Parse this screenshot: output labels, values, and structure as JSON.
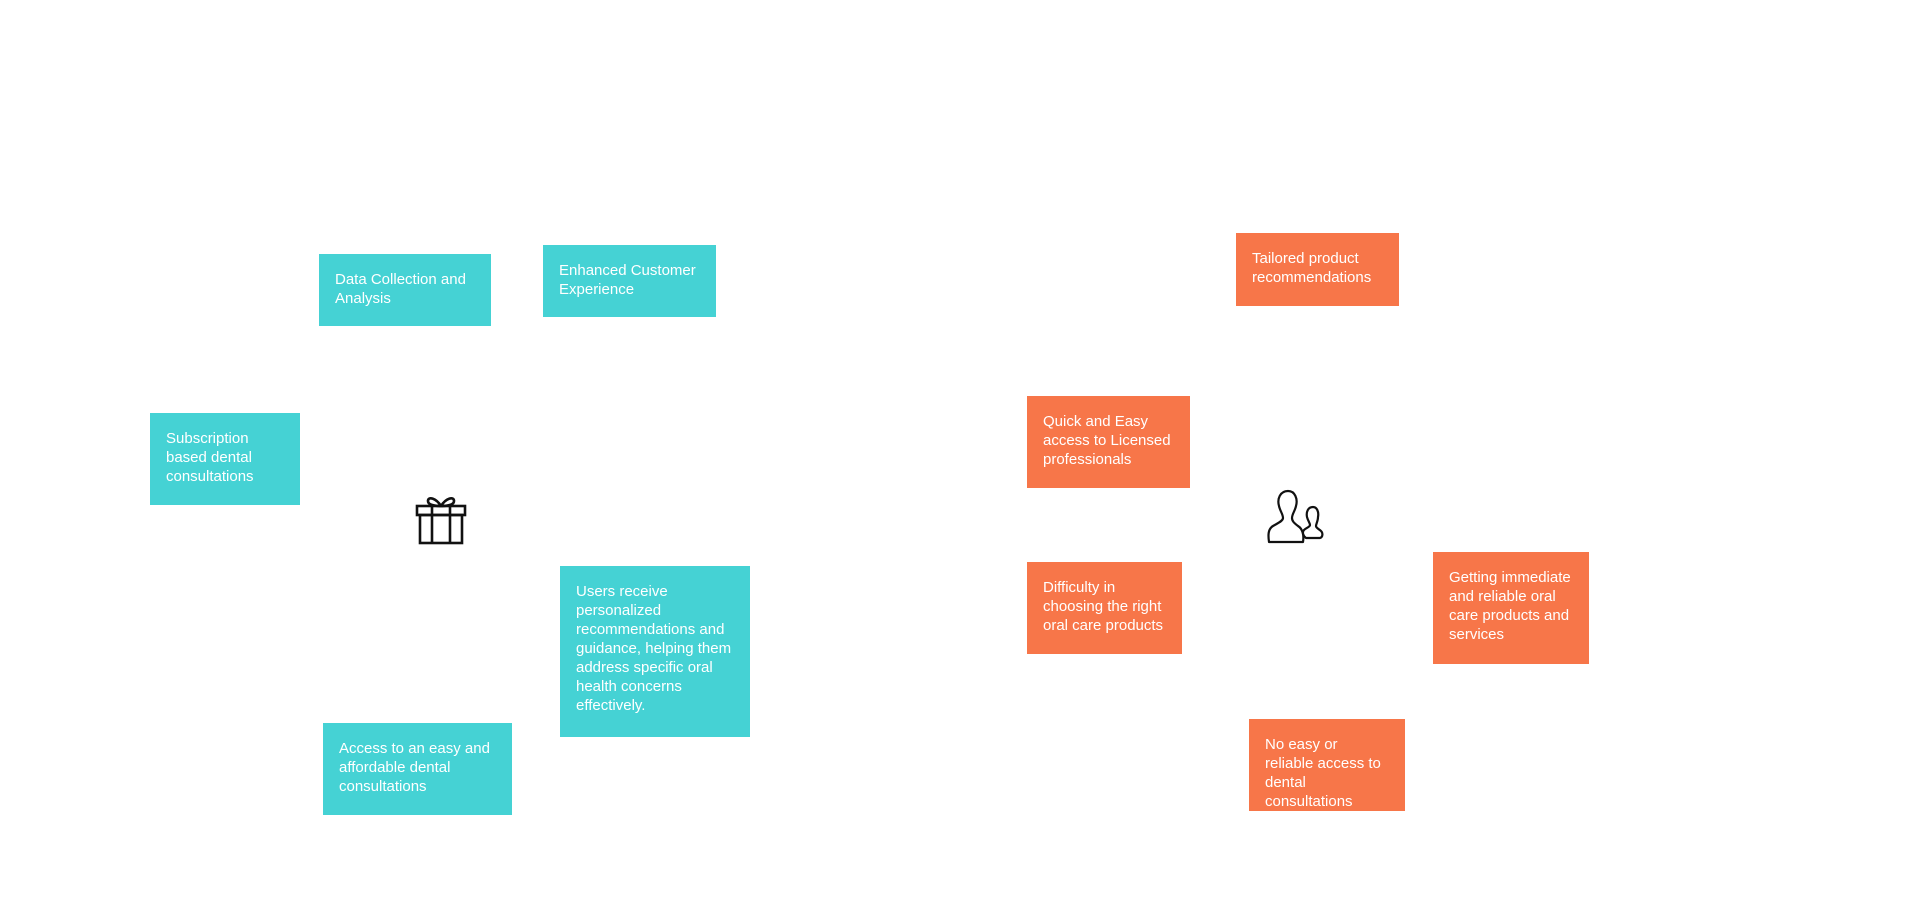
{
  "colors": {
    "teal": "#45d2d4",
    "orange": "#f77649",
    "text": "#ffffff",
    "background": "#ffffff"
  },
  "icons": {
    "left": "gift-icon",
    "right": "people-icon"
  },
  "gains": {
    "data_collection": "Data Collection and Analysis",
    "enhanced_experience": "Enhanced Customer Experience",
    "subscription": "Subscription based dental consultations",
    "personalized": "Users receive personalized recommendations and guidance, helping them address specific oral health concerns effectively.",
    "access": "Access to an easy and affordable dental consultations"
  },
  "customer": {
    "tailored": "Tailored product recommendations",
    "quick_access": "Quick and Easy access to Licensed professionals",
    "difficulty": "Difficulty in choosing the right oral care products",
    "immediate": "Getting immediate and reliable oral care products and services",
    "no_access": "No easy or reliable access to dental consultations"
  }
}
